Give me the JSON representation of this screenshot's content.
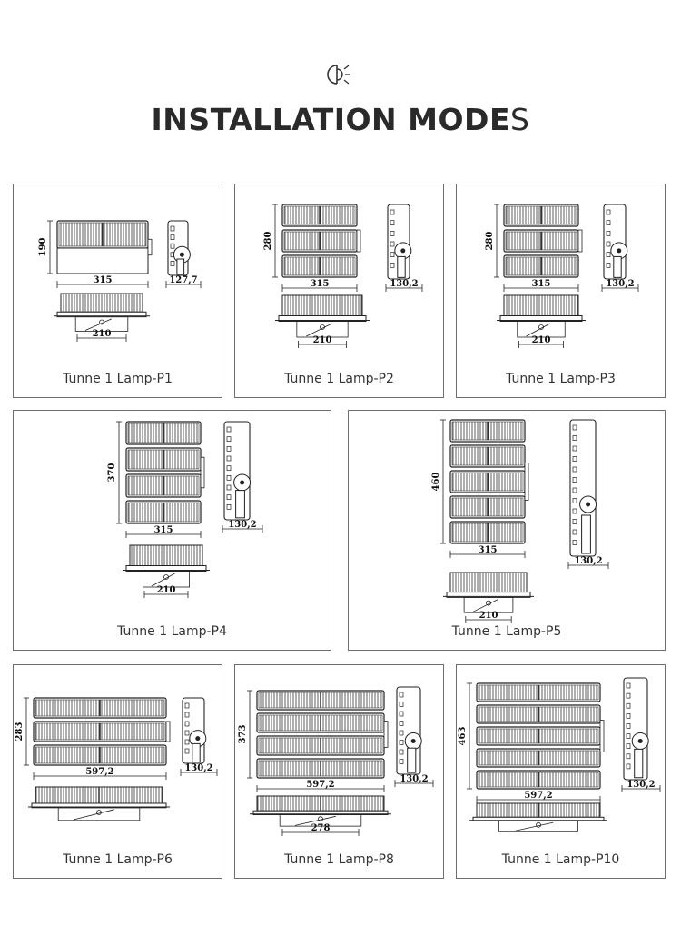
{
  "header": {
    "title_main": "INSTALLATION MODE",
    "title_tail": "S",
    "icon": "lamp-light-icon"
  },
  "panels": [
    {
      "id": "p1",
      "caption": "Tunne 1 Lamp-P1",
      "height_dim": "190",
      "width_dim": "315",
      "side_dim": "127,7",
      "bottom_dim": "210"
    },
    {
      "id": "p2",
      "caption": "Tunne 1 Lamp-P2",
      "height_dim": "280",
      "width_dim": "315",
      "side_dim": "130,2",
      "bottom_dim": "210"
    },
    {
      "id": "p3",
      "caption": "Tunne 1 Lamp-P3",
      "height_dim": "280",
      "width_dim": "315",
      "side_dim": "130,2",
      "bottom_dim": "210"
    },
    {
      "id": "p4",
      "caption": "Tunne 1 Lamp-P4",
      "height_dim": "370",
      "width_dim": "315",
      "side_dim": "130,2",
      "bottom_dim": "210"
    },
    {
      "id": "p5",
      "caption": "Tunne 1 Lamp-P5",
      "height_dim": "460",
      "width_dim": "315",
      "side_dim": "130,2",
      "bottom_dim": "210"
    },
    {
      "id": "p6",
      "caption": "Tunne 1 Lamp-P6",
      "height_dim": "283",
      "width_dim": "597,2",
      "side_dim": "130,2",
      "bottom_dim": ""
    },
    {
      "id": "p8",
      "caption": "Tunne 1 Lamp-P8",
      "height_dim": "373",
      "width_dim": "597,2",
      "side_dim": "130,2",
      "bottom_dim": "278"
    },
    {
      "id": "p10",
      "caption": "Tunne 1 Lamp-P10",
      "height_dim": "463",
      "width_dim": "597,2",
      "side_dim": "130,2",
      "bottom_dim": ""
    }
  ]
}
